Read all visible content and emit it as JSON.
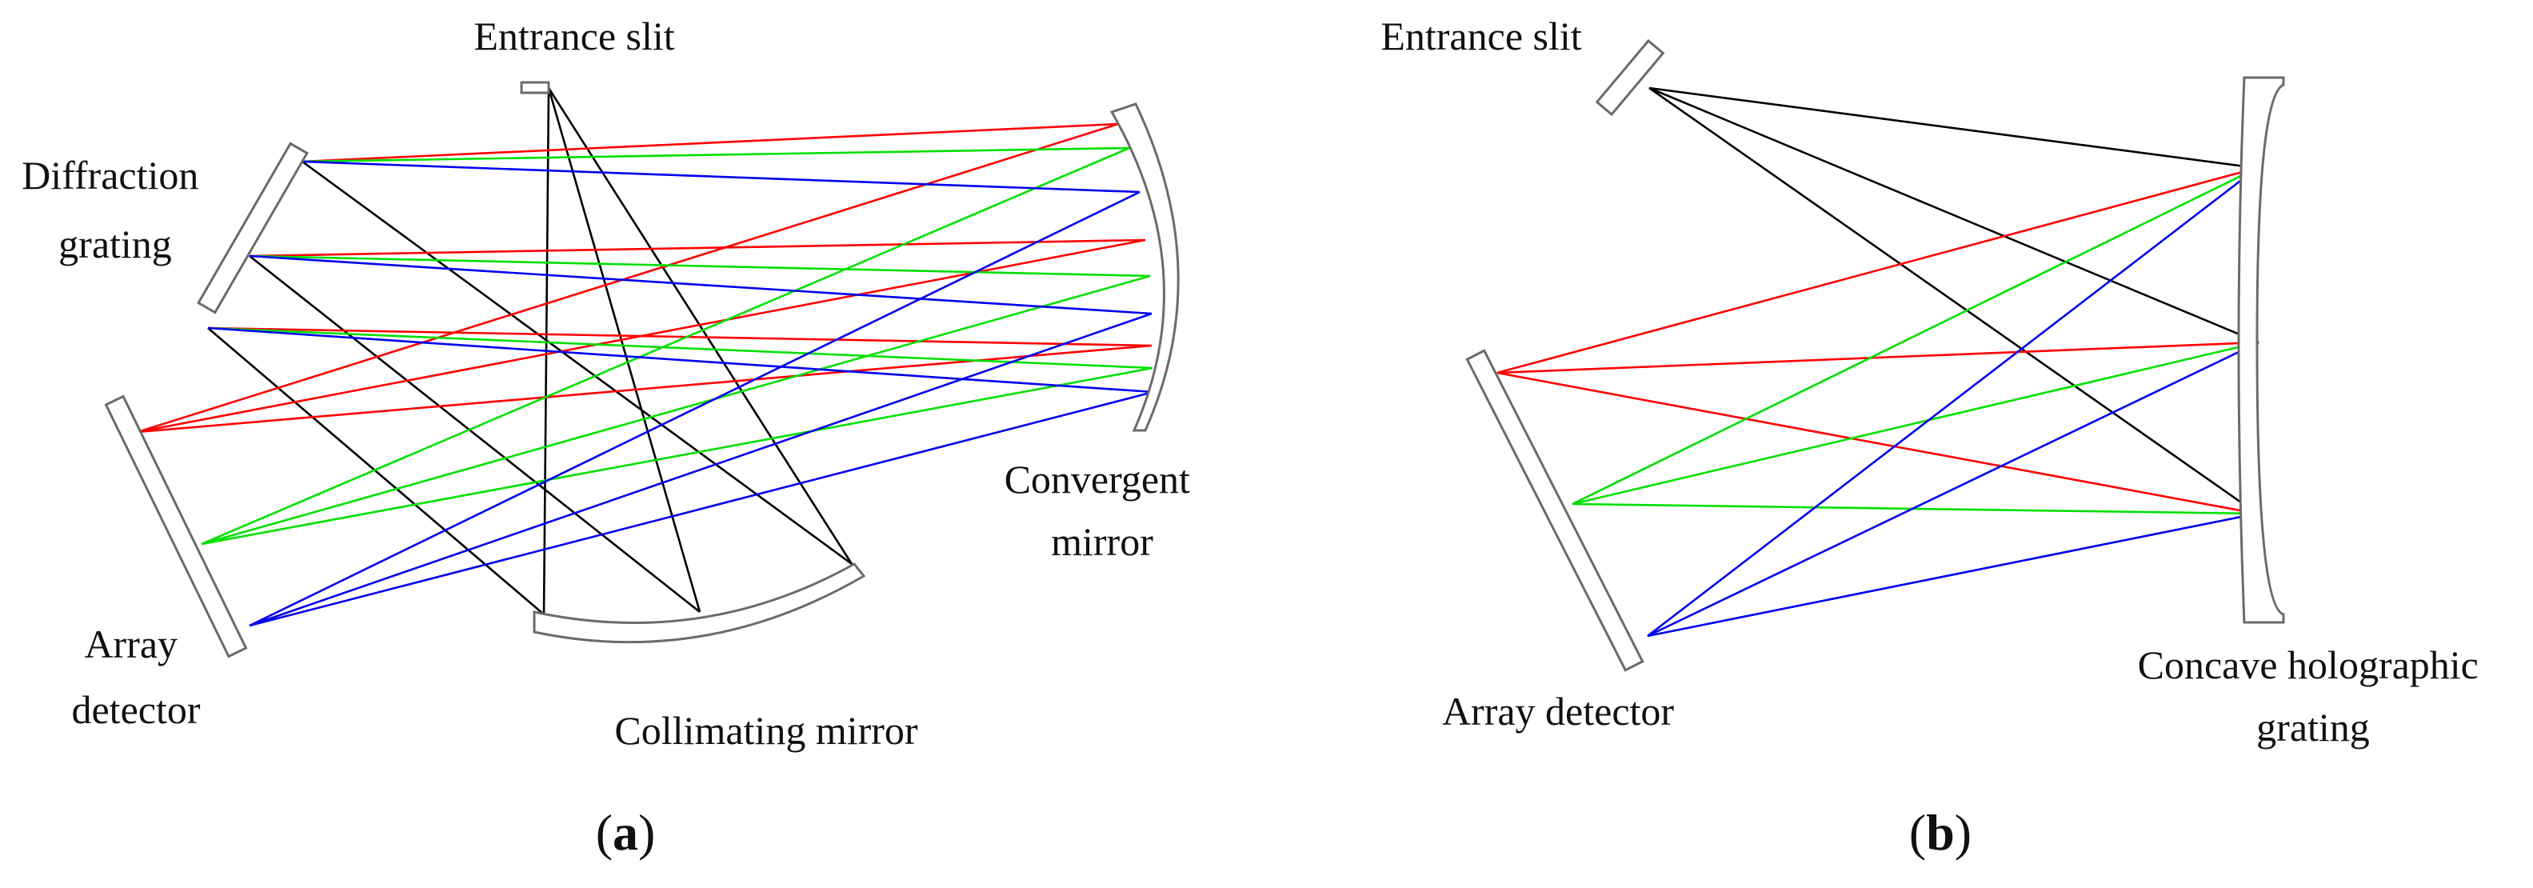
{
  "colors": {
    "red": "#ff0000",
    "green": "#00e000",
    "blue": "#0000ee",
    "black": "#000000"
  },
  "panel_a": {
    "labels": {
      "entrance_slit": "Entrance slit",
      "diffraction_grating": [
        "Diffraction",
        "grating"
      ],
      "convergent_mirror": [
        "Convergent",
        "mirror"
      ],
      "array_detector": [
        "Array",
        "detector"
      ],
      "collimating_mirror": "Collimating mirror"
    },
    "caption": {
      "open": "(",
      "letter": "a",
      "close": ")"
    }
  },
  "panel_b": {
    "labels": {
      "entrance_slit": "Entrance slit",
      "array_detector": "Array detector",
      "concave_holographic_grating": [
        "Concave holographic",
        "grating"
      ]
    },
    "caption": {
      "open": "(",
      "letter": "b",
      "close": ")"
    }
  }
}
